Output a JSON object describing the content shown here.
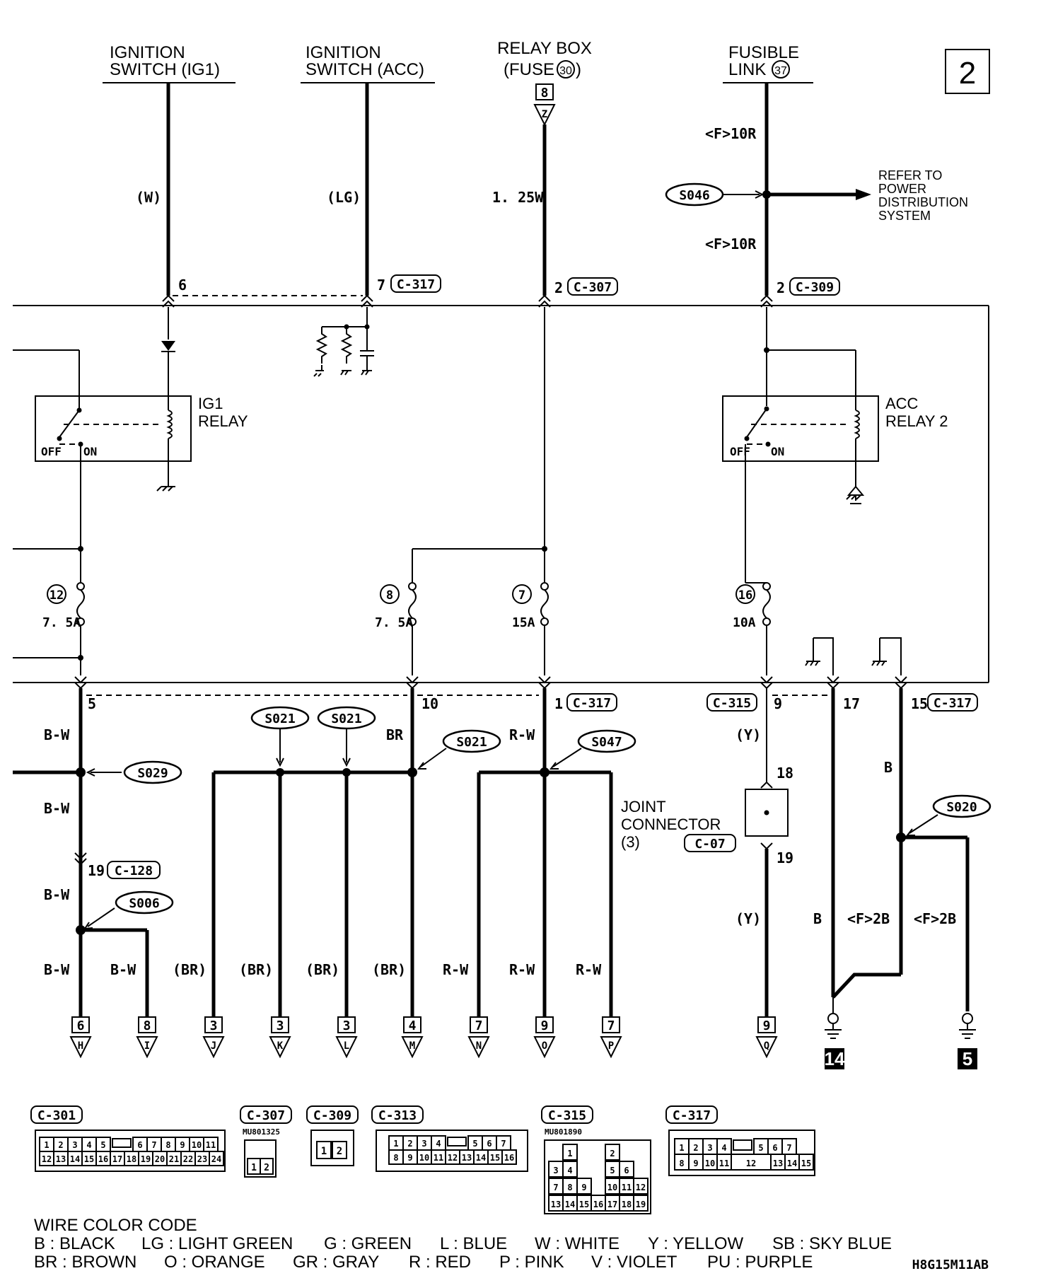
{
  "page_number": "2",
  "doc_code": "H8G15M11AB",
  "sources": {
    "ig1": {
      "line1": "IGNITION",
      "line2": "SWITCH (IG1)"
    },
    "acc": {
      "line1": "IGNITION",
      "line2": "SWITCH (ACC)"
    },
    "relay_box": {
      "line1": "RELAY BOX",
      "line2": "(FUSE",
      "fuse_no": "30",
      "line2_end": ")",
      "pin": "8",
      "letter": "Z"
    },
    "fusible": {
      "line1": "FUSIBLE",
      "line2": "LINK",
      "link_no": "37"
    }
  },
  "wire_labels": {
    "ig1_w": "(W)",
    "acc_lg": "(LG)",
    "rb_125w": "1. 25W",
    "f10r_top": "<F>10R",
    "f10r_bot": "<F>10R",
    "refer1": "REFER TO",
    "refer2": "POWER",
    "refer3": "DISTRIBUTION",
    "refer4": "SYSTEM",
    "bw1": "B-W",
    "bw2": "B-W",
    "bw3": "B-W",
    "bw4": "B-W",
    "bw5": "B-W",
    "br": "BR",
    "br1": "(BR)",
    "br2": "(BR)",
    "br3": "(BR)",
    "br4": "(BR)",
    "rw_top": "R-W",
    "rw1": "R-W",
    "rw2": "R-W",
    "rw3": "R-W",
    "y1": "(Y)",
    "y2": "(Y)",
    "b1": "B",
    "b2": "B",
    "f2b1": "<F>2B",
    "f2b2": "<F>2B"
  },
  "splices": {
    "s046": "S046",
    "s029": "S029",
    "s006": "S006",
    "s021a": "S021",
    "s021b": "S021",
    "s021c": "S021",
    "s047": "S047",
    "s020": "S020"
  },
  "connectors": {
    "c317": "C-317",
    "c307": "C-307",
    "c309": "C-309",
    "c315": "C-315",
    "c128": "C-128",
    "c07": "C-07",
    "c301": "C-301",
    "c313": "C-313"
  },
  "pins": {
    "p6": "6",
    "p7": "7",
    "p2a": "2",
    "p2b": "2",
    "p5": "5",
    "p10": "10",
    "p1": "1",
    "p9": "9",
    "p17": "17",
    "p15": "15",
    "p19c128": "19",
    "p18": "18",
    "p19": "19"
  },
  "relays": {
    "ig1": {
      "line1": "IG1",
      "line2": "RELAY",
      "off": "OFF",
      "on": "ON"
    },
    "acc2": {
      "line1": "ACC",
      "line2": "RELAY 2",
      "off": "OFF",
      "on": "ON"
    }
  },
  "fuses": [
    {
      "no": "12",
      "amp": "7. 5A"
    },
    {
      "no": "8",
      "amp": "7. 5A"
    },
    {
      "no": "7",
      "amp": "15A"
    },
    {
      "no": "16",
      "amp": "10A"
    }
  ],
  "joint": {
    "line1": "JOINT",
    "line2": "CONNECTOR",
    "line3": "(3)"
  },
  "terminals": [
    {
      "pin": "6",
      "letter": "H"
    },
    {
      "pin": "8",
      "letter": "I"
    },
    {
      "pin": "3",
      "letter": "J"
    },
    {
      "pin": "3",
      "letter": "K"
    },
    {
      "pin": "3",
      "letter": "L"
    },
    {
      "pin": "4",
      "letter": "M"
    },
    {
      "pin": "7",
      "letter": "N"
    },
    {
      "pin": "9",
      "letter": "O"
    },
    {
      "pin": "7",
      "letter": "P"
    },
    {
      "pin": "9",
      "letter": "Q"
    }
  ],
  "grounds": {
    "g14": "14",
    "g5": "5"
  },
  "connector_views": {
    "c301": {
      "label": "C-301",
      "row1": [
        "1",
        "2",
        "3",
        "4",
        "5",
        "",
        "6",
        "7",
        "8",
        "9",
        "10",
        "11"
      ],
      "row2": [
        "12",
        "13",
        "14",
        "15",
        "16",
        "17",
        "18",
        "19",
        "20",
        "21",
        "22",
        "23",
        "24"
      ]
    },
    "c307": {
      "label": "C-307",
      "part": "MU801325",
      "pins": [
        "1",
        "2"
      ]
    },
    "c309": {
      "label": "C-309",
      "pins": [
        "1",
        "2"
      ]
    },
    "c313": {
      "label": "C-313",
      "row1": [
        "1",
        "2",
        "3",
        "4",
        "",
        "5",
        "6",
        "7"
      ],
      "row2": [
        "8",
        "9",
        "10",
        "11",
        "12",
        "13",
        "14",
        "15",
        "16"
      ]
    },
    "c315": {
      "label": "C-315",
      "part": "MU801890",
      "pins": [
        "1",
        "2",
        "3",
        "4",
        "5",
        "6",
        "7",
        "8",
        "9",
        "10",
        "11",
        "12",
        "13",
        "14",
        "15",
        "16",
        "17",
        "18",
        "19"
      ]
    },
    "c317": {
      "label": "C-317",
      "row1": [
        "1",
        "2",
        "3",
        "4",
        "5",
        "6",
        "7"
      ],
      "row2": [
        "8",
        "9",
        "10",
        "11",
        "12",
        "13",
        "14",
        "15"
      ]
    }
  },
  "legend": {
    "title": "WIRE COLOR CODE",
    "row1": [
      "B : BLACK",
      "LG : LIGHT GREEN",
      "G : GREEN",
      "L : BLUE",
      "W : WHITE",
      "Y : YELLOW",
      "SB : SKY BLUE"
    ],
    "row2": [
      "BR : BROWN",
      "O : ORANGE",
      "GR : GRAY",
      "R : RED",
      "P : PINK",
      "V : VIOLET",
      "PU : PURPLE"
    ]
  }
}
